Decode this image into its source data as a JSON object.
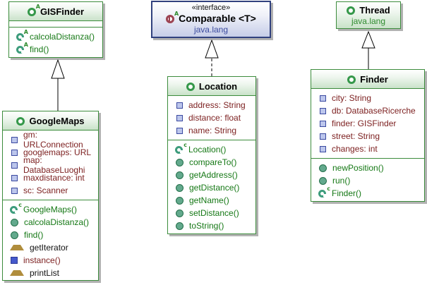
{
  "palette": {
    "class_border": "#3c8c3c",
    "class_header_fill": "#c9e2c9",
    "interface_border": "#31417e",
    "interface_header_fill": "#c6cde8",
    "field_text": "#7d2121",
    "method_text": "#157815",
    "static_text": "#7d2121",
    "shadow": "#888888"
  },
  "classes": {
    "gisfinder": {
      "name": "GISFinder",
      "kind": "abstract class",
      "fields": [],
      "methods": [
        {
          "label": "calcolaDistanza()"
        },
        {
          "label": "find()"
        }
      ]
    },
    "comparable": {
      "stereotype": "«interface»",
      "name": "Comparable <T>",
      "package": "java.lang",
      "kind": "interface"
    },
    "thread": {
      "name": "Thread",
      "package": "java.lang",
      "kind": "class"
    },
    "googlemaps": {
      "name": "GoogleMaps",
      "kind": "class",
      "fields": [
        {
          "label": "gm: URLConnection"
        },
        {
          "label": "googlemaps: URL"
        },
        {
          "label": "map: DatabaseLuoghi"
        },
        {
          "label": "maxdistance: int"
        },
        {
          "label": "sc: Scanner"
        }
      ],
      "methods": [
        {
          "label": "GoogleMaps()"
        },
        {
          "label": "calcolaDistanza()"
        },
        {
          "label": "find()"
        },
        {
          "label": "getIterator"
        },
        {
          "label": "instance()"
        },
        {
          "label": "printList"
        }
      ]
    },
    "location": {
      "name": "Location",
      "kind": "class",
      "fields": [
        {
          "label": "address: String"
        },
        {
          "label": "distance: float"
        },
        {
          "label": "name: String"
        }
      ],
      "methods": [
        {
          "label": "Location()"
        },
        {
          "label": "compareTo()"
        },
        {
          "label": "getAddress()"
        },
        {
          "label": "getDistance()"
        },
        {
          "label": "getName()"
        },
        {
          "label": "setDistance()"
        },
        {
          "label": "toString()"
        }
      ]
    },
    "finder": {
      "name": "Finder",
      "kind": "class",
      "fields": [
        {
          "label": "city: String"
        },
        {
          "label": "db: DatabaseRicerche"
        },
        {
          "label": "finder: GISFinder"
        },
        {
          "label": "street: String"
        },
        {
          "label": "changes: int"
        }
      ],
      "methods": [
        {
          "label": "newPosition()"
        },
        {
          "label": "run()"
        },
        {
          "label": "Finder()"
        }
      ]
    }
  },
  "relations": [
    {
      "from": "GoogleMaps",
      "to": "GISFinder",
      "type": "generalization"
    },
    {
      "from": "Location",
      "to": "Comparable",
      "type": "realization"
    },
    {
      "from": "Finder",
      "to": "Thread",
      "type": "generalization"
    }
  ]
}
